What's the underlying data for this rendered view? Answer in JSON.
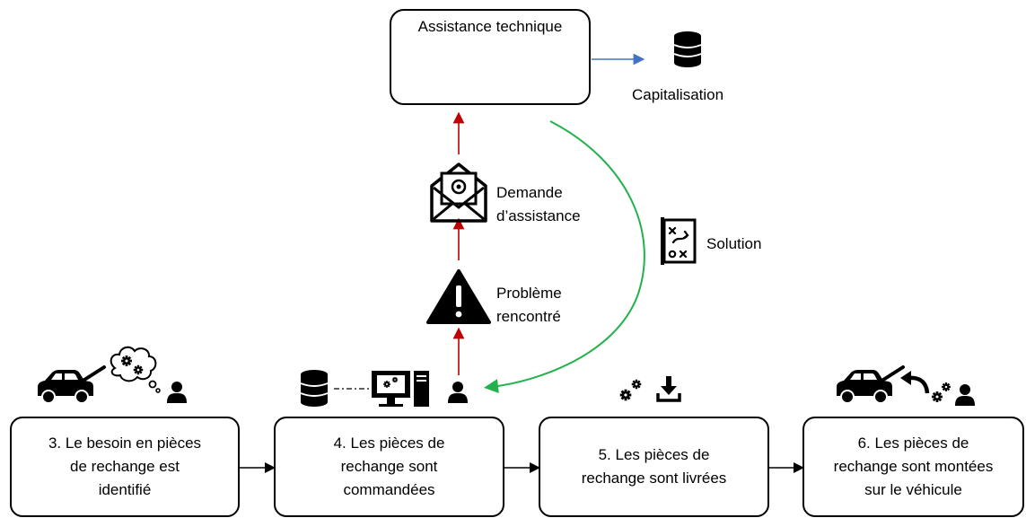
{
  "top_box": {
    "title": "Assistance technique"
  },
  "capitalisation": {
    "label": "Capitalisation"
  },
  "request": {
    "line1": "Demande",
    "line2": "d’assistance"
  },
  "problem": {
    "line1": "Problème",
    "line2": "rencontré"
  },
  "solution": {
    "label": "Solution"
  },
  "steps": [
    {
      "line1": "3. Le besoin en pièces",
      "line2": "de rechange est",
      "line3": "identifié"
    },
    {
      "line1": "4. Les pièces de",
      "line2": "rechange sont",
      "line3": "commandées"
    },
    {
      "line1": "5. Les pièces de",
      "line2": "rechange sont livrées"
    },
    {
      "line1": "6. Les pièces de",
      "line2": "rechange sont montées",
      "line3": "sur le véhicule"
    }
  ],
  "colors": {
    "red_arrow": "#c00000",
    "blue_arrow": "#4472c4",
    "green_arrow": "#22b14c",
    "ink": "#000000"
  },
  "icons": [
    "people-icon",
    "buildings-icon",
    "database-icon",
    "email-icon",
    "warning-icon",
    "strategy-board-icon",
    "car-open-hood-icon",
    "thinking-gears-icon",
    "person-icon",
    "computer-icon",
    "gears-icon",
    "download-icon",
    "return-arrow-icon"
  ]
}
